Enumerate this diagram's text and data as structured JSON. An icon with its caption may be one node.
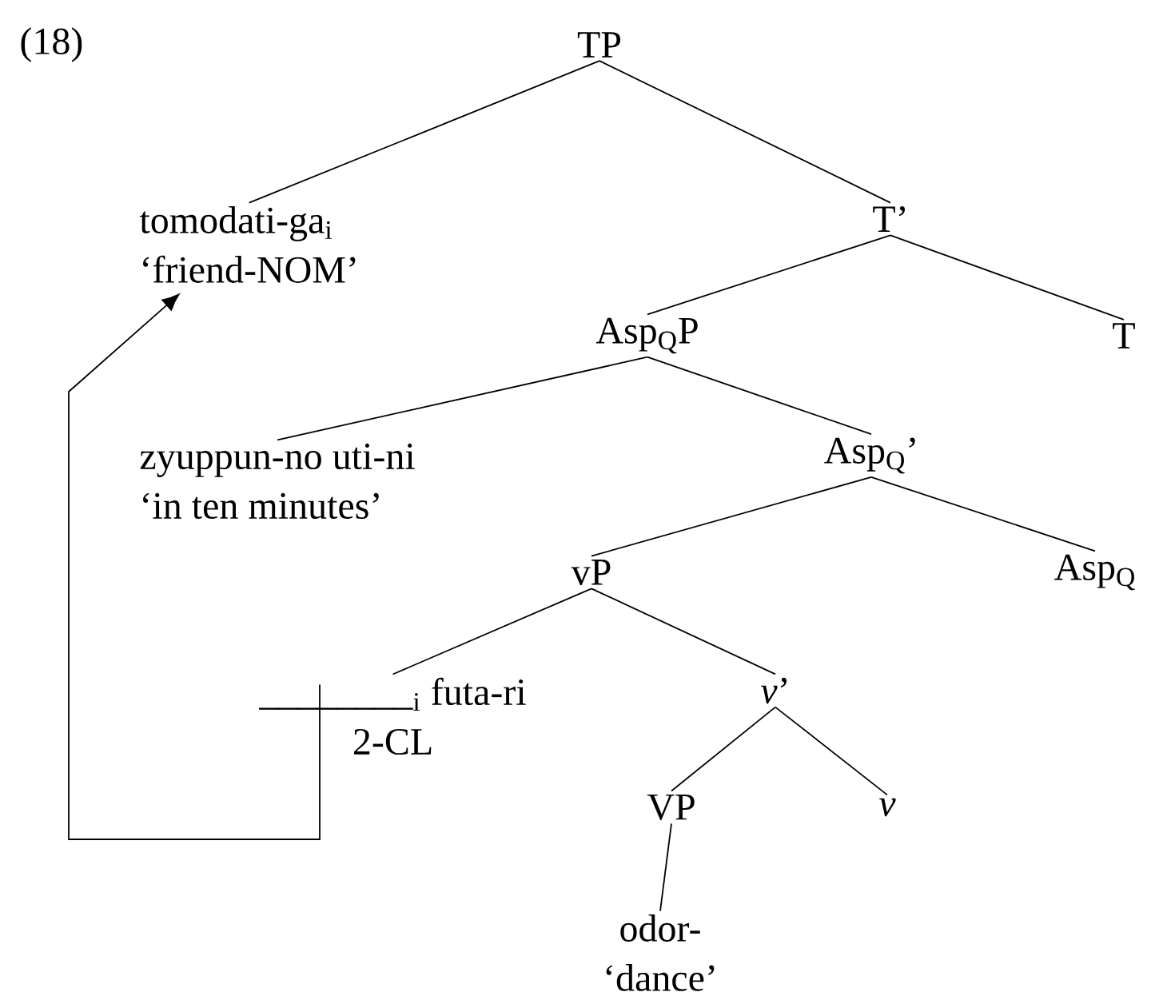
{
  "diagram": {
    "nodes": [
      {
        "text": [
          "TP"
        ]
      },
      {
        "text": [
          "tomodati-ga$_{i}$",
          "‘friend-NOM’"
        ]
      },
      {
        "text": [
          "T’"
        ]
      },
      {
        "text": [
          "Asp$_{Q}$P"
        ]
      },
      {
        "text": [
          "T"
        ]
      },
      {
        "text": [
          "zyuppun-no uti-ni",
          "‘in ten minutes’"
        ]
      },
      {
        "text": [
          "Asp$_{Q}$’"
        ]
      },
      {
        "text": [
          "vP"
        ]
      },
      {
        "text": [
          "Asp$_{Q}$"
        ]
      },
      {
        "text": [
          "________$_{i}$ futa-ri",
          "2-CL"
        ]
      },
      {
        "text": [
          "*v*’"
        ]
      },
      {
        "text": [
          "VP"
        ]
      },
      {
        "text": [
          "*v*"
        ]
      },
      {
        "text": [
          "odor-",
          "‘dance’"
        ]
      }
    ],
    "edges": [
      {
        "from": 0,
        "to": 1,
        "arrow": "none"
      },
      {
        "from": 0,
        "to": 2,
        "arrow": "none"
      },
      {
        "from": 2,
        "to": 3,
        "arrow": "none"
      },
      {
        "from": 2,
        "to": 4,
        "arrow": "none"
      },
      {
        "from": 3,
        "to": 5,
        "arrow": "none"
      },
      {
        "from": 3,
        "to": 6,
        "arrow": "none"
      },
      {
        "from": 6,
        "to": 7,
        "arrow": "none"
      },
      {
        "from": 6,
        "to": 8,
        "arrow": "none"
      },
      {
        "from": 7,
        "to": 9,
        "arrow": "none"
      },
      {
        "from": 7,
        "to": 10,
        "arrow": "none"
      },
      {
        "from": 10,
        "to": 11,
        "arrow": "none"
      },
      {
        "from": 10,
        "to": 12,
        "arrow": "none"
      },
      {
        "from": 11,
        "to": 13,
        "arrow": "none"
      },
      {
        "from": 9,
        "to": 1,
        "arrow": "to"
      }
    ],
    "labels": [
      "(18)"
    ]
  }
}
